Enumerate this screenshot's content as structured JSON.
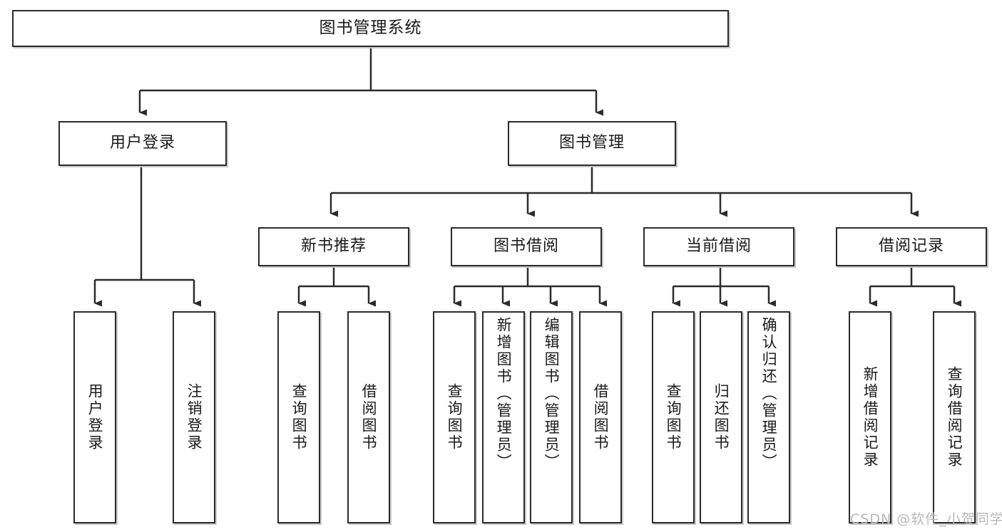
{
  "diagram": {
    "type": "hierarchy-tree",
    "title": "图书管理系统",
    "watermark": "CSDN @软件_小贺同学",
    "colors": {
      "box_border": "#2b2b2b",
      "box_fill": "#ffffff",
      "edge": "#2b2b2b",
      "watermark": "#b8b8b8"
    },
    "levels": {
      "root": "图书管理系统",
      "level2": [
        "用户登录",
        "图书管理"
      ],
      "level3": [
        "新书推荐",
        "图书借阅",
        "当前借阅",
        "借阅记录"
      ]
    },
    "nodes": {
      "root": {
        "label": "图书管理系统"
      },
      "user_login": {
        "label": "用户登录"
      },
      "book_manage": {
        "label": "图书管理"
      },
      "new_book_rec": {
        "label": "新书推荐"
      },
      "book_borrow": {
        "label": "图书借阅"
      },
      "current_borrow": {
        "label": "当前借阅"
      },
      "borrow_record": {
        "label": "借阅记录"
      }
    },
    "leaves": {
      "user_login_children": [
        {
          "label": "用户登录"
        },
        {
          "label": "注销登录"
        }
      ],
      "new_book_rec_children": [
        {
          "label": "查询图书"
        },
        {
          "label": "借阅图书"
        }
      ],
      "book_borrow_children": [
        {
          "label": "查询图书"
        },
        {
          "label": "新增图书（管理员）"
        },
        {
          "label": "编辑图书（管理员）"
        },
        {
          "label": "借阅图书"
        }
      ],
      "current_borrow_children": [
        {
          "label": "查询图书"
        },
        {
          "label": "归还图书"
        },
        {
          "label": "确认归还（管理员）"
        }
      ],
      "borrow_record_children": [
        {
          "label": "新增借阅记录"
        },
        {
          "label": "查询借阅记录"
        }
      ]
    }
  }
}
